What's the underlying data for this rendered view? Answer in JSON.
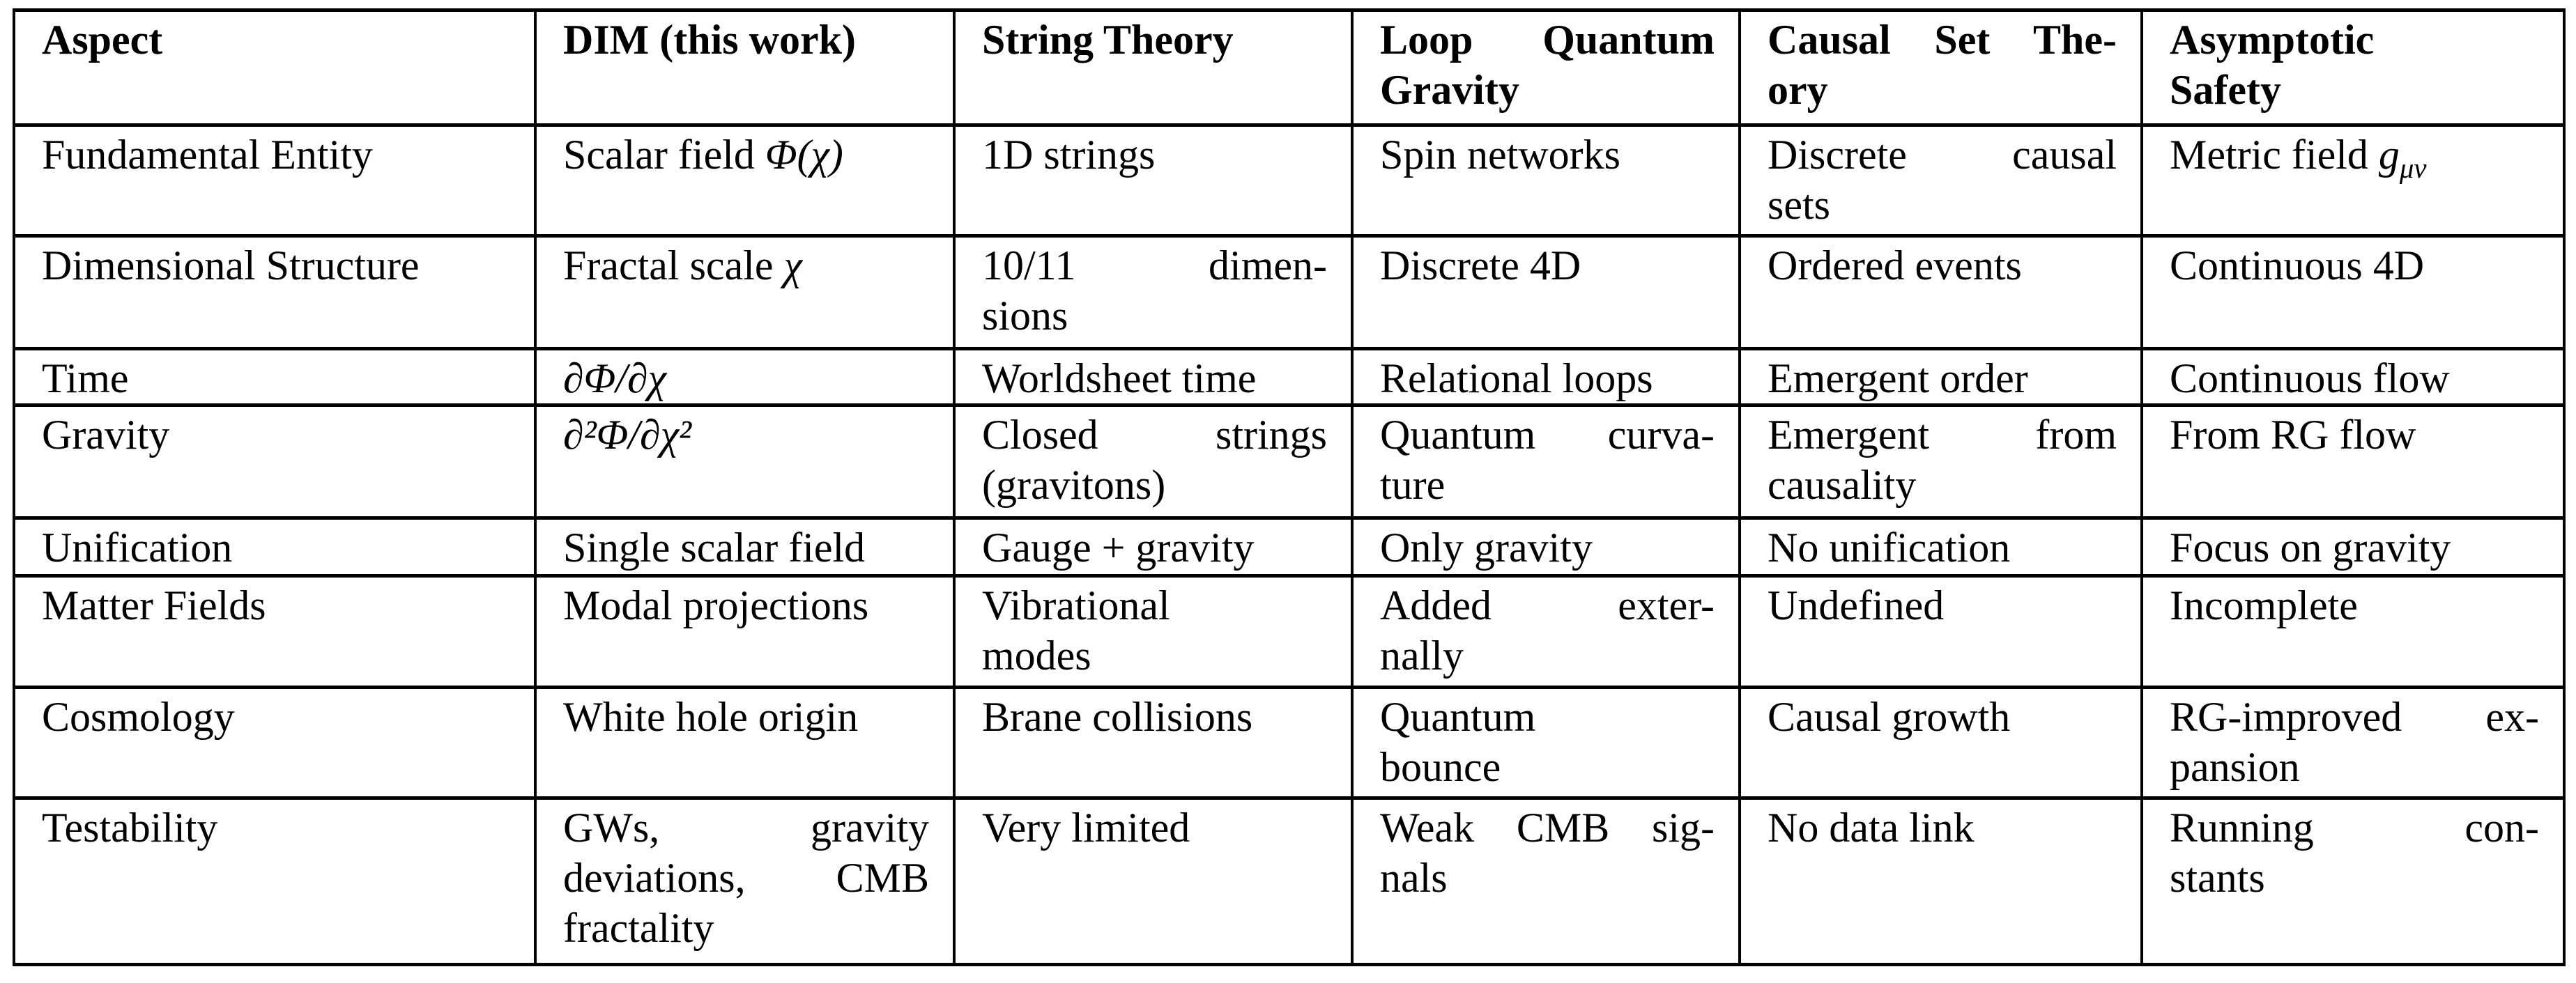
{
  "colors": {
    "background": "#ffffff",
    "border": "#000000",
    "text": "#000000"
  },
  "table": {
    "headers": [
      "Aspect",
      "DIM (this work)",
      "String Theory",
      "Loop Quantum\nGravity",
      "Causal Set The-\nory",
      "Asymptotic\nSafety"
    ],
    "rows": [
      {
        "cells": [
          "Fundamental Entity",
          "Scalar field $Φ(χ)$",
          "1D strings",
          "Spin networks",
          "Discrete causal\nsets",
          "Metric field $g$_{μν}"
        ]
      },
      {
        "cells": [
          "Dimensional Structure",
          "Fractal scale $χ$",
          "10/11 dimen-\nsions",
          "Discrete 4D",
          "Ordered events",
          "Continuous 4D"
        ]
      },
      {
        "cells": [
          "Time",
          "$∂Φ/∂χ$",
          "Worldsheet time",
          "Relational loops",
          "Emergent order",
          "Continuous flow"
        ]
      },
      {
        "cells": [
          "Gravity",
          "$∂²Φ/∂χ²$",
          "Closed strings\n(gravitons)",
          "Quantum curva-\nture",
          "Emergent from\ncausality",
          "From RG flow"
        ]
      },
      {
        "cells": [
          "Unification",
          "Single scalar field",
          "Gauge + gravity",
          "Only gravity",
          "No unification",
          "Focus on gravity"
        ]
      },
      {
        "cells": [
          "Matter Fields",
          "Modal projections",
          "Vibrational\nmodes",
          "Added exter-\nnally",
          "Undefined",
          "Incomplete"
        ]
      },
      {
        "cells": [
          "Cosmology",
          "White hole origin",
          "Brane collisions",
          "Quantum\nbounce",
          "Causal growth",
          "RG-improved ex-\npansion"
        ]
      },
      {
        "cells": [
          "Testability",
          "GWs, gravity\ndeviations, CMB\nfractality",
          "Very limited",
          "Weak CMB sig-\nnals",
          "No data link",
          "Running con-\nstants"
        ]
      }
    ]
  }
}
